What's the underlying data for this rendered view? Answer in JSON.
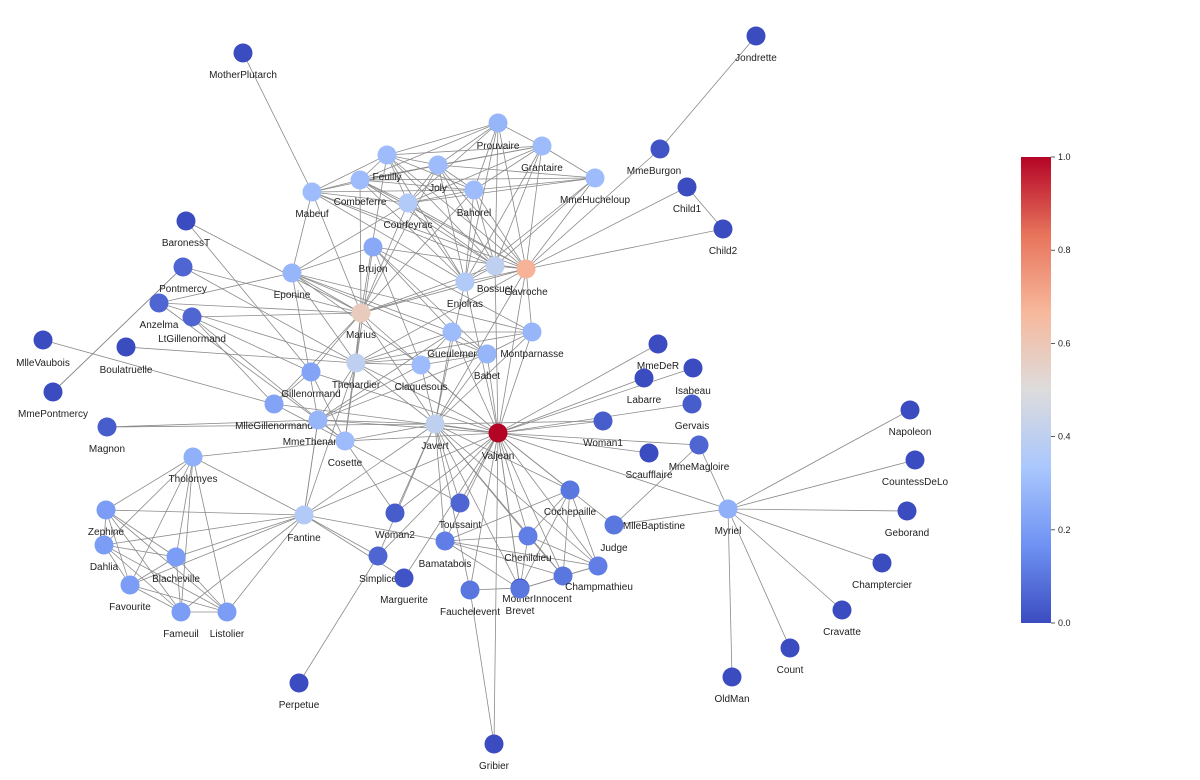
{
  "colorbar": {
    "ticks": [
      "1.0",
      "0.8",
      "0.6",
      "0.4",
      "0.2",
      "0.0"
    ],
    "colors": [
      "#b40426",
      "#e7745b",
      "#f7b89c",
      "#dddcdc",
      "#aac7fd",
      "#6f92f3",
      "#3b4cc0"
    ]
  },
  "nodes": [
    {
      "id": "MotherPlutarch",
      "v": 0.0
    },
    {
      "id": "Jondrette",
      "v": 0.0
    },
    {
      "id": "MmeBurgon",
      "v": 0.02
    },
    {
      "id": "Child1",
      "v": 0.0
    },
    {
      "id": "Child2",
      "v": 0.0
    },
    {
      "id": "Prouvaire",
      "v": 0.28
    },
    {
      "id": "Grantaire",
      "v": 0.3
    },
    {
      "id": "Feuilly",
      "v": 0.3
    },
    {
      "id": "Joly",
      "v": 0.3
    },
    {
      "id": "MmeHucheloup",
      "v": 0.3
    },
    {
      "id": "Combeferre",
      "v": 0.3
    },
    {
      "id": "Mabeuf",
      "v": 0.3
    },
    {
      "id": "Bahorel",
      "v": 0.3
    },
    {
      "id": "Courfeyrac",
      "v": 0.36
    },
    {
      "id": "BaronessT",
      "v": 0.0
    },
    {
      "id": "Brujon",
      "v": 0.24
    },
    {
      "id": "Bossuet",
      "v": 0.4
    },
    {
      "id": "Gavroche",
      "v": 0.68
    },
    {
      "id": "Pontmercy",
      "v": 0.06
    },
    {
      "id": "Eponine",
      "v": 0.28
    },
    {
      "id": "Enjolras",
      "v": 0.36
    },
    {
      "id": "Anzelma",
      "v": 0.06
    },
    {
      "id": "Marius",
      "v": 0.58
    },
    {
      "id": "LtGillenormand",
      "v": 0.06
    },
    {
      "id": "MlleVaubois",
      "v": 0.0
    },
    {
      "id": "Boulatruelle",
      "v": 0.0
    },
    {
      "id": "Gueulemer",
      "v": 0.3
    },
    {
      "id": "Montparnasse",
      "v": 0.28
    },
    {
      "id": "Thenardier",
      "v": 0.4
    },
    {
      "id": "Claquesous",
      "v": 0.3
    },
    {
      "id": "Babet",
      "v": 0.28
    },
    {
      "id": "MmeDeR",
      "v": 0.0
    },
    {
      "id": "Isabeau",
      "v": 0.0
    },
    {
      "id": "MmePontmercy",
      "v": 0.0
    },
    {
      "id": "Gillenormand",
      "v": 0.22
    },
    {
      "id": "Labarre",
      "v": 0.0
    },
    {
      "id": "MlleGillenormand",
      "v": 0.22
    },
    {
      "id": "MmeThenardier",
      "v": 0.28
    },
    {
      "id": "Javert",
      "v": 0.4
    },
    {
      "id": "Valjean",
      "v": 1.0
    },
    {
      "id": "Woman1",
      "v": 0.04
    },
    {
      "id": "Gervais",
      "v": 0.04
    },
    {
      "id": "Magnon",
      "v": 0.04
    },
    {
      "id": "Cosette",
      "v": 0.3
    },
    {
      "id": "Scaufflaire",
      "v": 0.0
    },
    {
      "id": "MmeMagloire",
      "v": 0.06
    },
    {
      "id": "Napoleon",
      "v": 0.0
    },
    {
      "id": "Tholomyes",
      "v": 0.26
    },
    {
      "id": "CountessDeLo",
      "v": 0.0
    },
    {
      "id": "Toussaint",
      "v": 0.06
    },
    {
      "id": "Cochepaille",
      "v": 0.1
    },
    {
      "id": "MlleBaptistine",
      "v": 0.1
    },
    {
      "id": "Myriel",
      "v": 0.26
    },
    {
      "id": "Zephine",
      "v": 0.2
    },
    {
      "id": "Fantine",
      "v": 0.36
    },
    {
      "id": "Woman2",
      "v": 0.04
    },
    {
      "id": "Geborand",
      "v": 0.0
    },
    {
      "id": "Dahlia",
      "v": 0.2
    },
    {
      "id": "Bamatabois",
      "v": 0.12
    },
    {
      "id": "Chenildieu",
      "v": 0.12
    },
    {
      "id": "Judge",
      "v": 0.12
    },
    {
      "id": "Blacheville",
      "v": 0.2
    },
    {
      "id": "Simplice",
      "v": 0.06
    },
    {
      "id": "Marguerite",
      "v": 0.02
    },
    {
      "id": "Champmathieu",
      "v": 0.1
    },
    {
      "id": "MotherInnocent",
      "v": 0.0
    },
    {
      "id": "Champtercier",
      "v": 0.0
    },
    {
      "id": "Favourite",
      "v": 0.2
    },
    {
      "id": "Fameuil",
      "v": 0.2
    },
    {
      "id": "Listolier",
      "v": 0.2
    },
    {
      "id": "Fauchelevent",
      "v": 0.1
    },
    {
      "id": "Brevet",
      "v": 0.1
    },
    {
      "id": "Cravatte",
      "v": 0.0
    },
    {
      "id": "Count",
      "v": 0.0
    },
    {
      "id": "OldMan",
      "v": 0.0
    },
    {
      "id": "Perpetue",
      "v": 0.0
    },
    {
      "id": "Gribier",
      "v": 0.0
    }
  ],
  "edges": [
    [
      "MotherPlutarch",
      "Mabeuf"
    ],
    [
      "Jondrette",
      "MmeBurgon"
    ],
    [
      "MmeBurgon",
      "Gavroche"
    ],
    [
      "Child1",
      "Gavroche"
    ],
    [
      "Child2",
      "Gavroche"
    ],
    [
      "Child1",
      "Child2"
    ],
    [
      "Prouvaire",
      "Enjolras"
    ],
    [
      "Prouvaire",
      "Bossuet"
    ],
    [
      "Prouvaire",
      "Feuilly"
    ],
    [
      "Prouvaire",
      "Combeferre"
    ],
    [
      "Prouvaire",
      "Joly"
    ],
    [
      "Prouvaire",
      "Courfeyrac"
    ],
    [
      "Prouvaire",
      "Bahorel"
    ],
    [
      "Prouvaire",
      "Grantaire"
    ],
    [
      "Prouvaire",
      "Gavroche"
    ],
    [
      "Grantaire",
      "Enjolras"
    ],
    [
      "Grantaire",
      "Bossuet"
    ],
    [
      "Grantaire",
      "Joly"
    ],
    [
      "Grantaire",
      "Bahorel"
    ],
    [
      "Grantaire",
      "Feuilly"
    ],
    [
      "Grantaire",
      "Combeferre"
    ],
    [
      "Grantaire",
      "Courfeyrac"
    ],
    [
      "Grantaire",
      "Gavroche"
    ],
    [
      "Feuilly",
      "Enjolras"
    ],
    [
      "Feuilly",
      "Combeferre"
    ],
    [
      "Feuilly",
      "Courfeyrac"
    ],
    [
      "Feuilly",
      "Joly"
    ],
    [
      "Feuilly",
      "Bahorel"
    ],
    [
      "Feuilly",
      "Bossuet"
    ],
    [
      "Feuilly",
      "Gavroche"
    ],
    [
      "Feuilly",
      "Mabeuf"
    ],
    [
      "Feuilly",
      "Marius"
    ],
    [
      "Joly",
      "Enjolras"
    ],
    [
      "Joly",
      "Bossuet"
    ],
    [
      "Joly",
      "Combeferre"
    ],
    [
      "Joly",
      "Courfeyrac"
    ],
    [
      "Joly",
      "Bahorel"
    ],
    [
      "Joly",
      "Gavroche"
    ],
    [
      "Joly",
      "Mabeuf"
    ],
    [
      "Joly",
      "MmeHucheloup"
    ],
    [
      "Joly",
      "Marius"
    ],
    [
      "MmeHucheloup",
      "Bossuet"
    ],
    [
      "MmeHucheloup",
      "Enjolras"
    ],
    [
      "MmeHucheloup",
      "Courfeyrac"
    ],
    [
      "MmeHucheloup",
      "Gavroche"
    ],
    [
      "MmeHucheloup",
      "Bahorel"
    ],
    [
      "MmeHucheloup",
      "Grantaire"
    ],
    [
      "MmeHucheloup",
      "Combeferre"
    ],
    [
      "Combeferre",
      "Enjolras"
    ],
    [
      "Combeferre",
      "Bossuet"
    ],
    [
      "Combeferre",
      "Courfeyrac"
    ],
    [
      "Combeferre",
      "Bahorel"
    ],
    [
      "Combeferre",
      "Gavroche"
    ],
    [
      "Combeferre",
      "Mabeuf"
    ],
    [
      "Combeferre",
      "Marius"
    ],
    [
      "Mabeuf",
      "Eponine"
    ],
    [
      "Mabeuf",
      "Gavroche"
    ],
    [
      "Mabeuf",
      "Enjolras"
    ],
    [
      "Mabeuf",
      "Courfeyrac"
    ],
    [
      "Mabeuf",
      "Bossuet"
    ],
    [
      "Mabeuf",
      "Marius"
    ],
    [
      "Bahorel",
      "Enjolras"
    ],
    [
      "Bahorel",
      "Bossuet"
    ],
    [
      "Bahorel",
      "Courfeyrac"
    ],
    [
      "Bahorel",
      "Gavroche"
    ],
    [
      "Bahorel",
      "Marius"
    ],
    [
      "Bahorel",
      "Mabeuf"
    ],
    [
      "Courfeyrac",
      "Enjolras"
    ],
    [
      "Courfeyrac",
      "Bossuet"
    ],
    [
      "Courfeyrac",
      "Gavroche"
    ],
    [
      "Courfeyrac",
      "Marius"
    ],
    [
      "Courfeyrac",
      "Eponine"
    ],
    [
      "Bossuet",
      "Enjolras"
    ],
    [
      "Bossuet",
      "Gavroche"
    ],
    [
      "Bossuet",
      "Marius"
    ],
    [
      "Bossuet",
      "Valjean"
    ],
    [
      "Enjolras",
      "Gavroche"
    ],
    [
      "Enjolras",
      "Marius"
    ],
    [
      "Enjolras",
      "Valjean"
    ],
    [
      "Enjolras",
      "Javert"
    ],
    [
      "Brujon",
      "Gueulemer"
    ],
    [
      "Brujon",
      "Babet"
    ],
    [
      "Brujon",
      "Claquesous"
    ],
    [
      "Brujon",
      "Montparnasse"
    ],
    [
      "Brujon",
      "Thenardier"
    ],
    [
      "Brujon",
      "Eponine"
    ],
    [
      "Brujon",
      "Gavroche"
    ],
    [
      "Gavroche",
      "Marius"
    ],
    [
      "Gavroche",
      "Valjean"
    ],
    [
      "Gavroche",
      "Thenardier"
    ],
    [
      "Gavroche",
      "Javert"
    ],
    [
      "Gavroche",
      "Montparnasse"
    ],
    [
      "Pontmercy",
      "Marius"
    ],
    [
      "Pontmercy",
      "Thenardier"
    ],
    [
      "Pontmercy",
      "MmePontmercy"
    ],
    [
      "BaronessT",
      "Marius"
    ],
    [
      "BaronessT",
      "Gillenormand"
    ],
    [
      "Eponine",
      "Marius"
    ],
    [
      "Eponine",
      "Thenardier"
    ],
    [
      "Eponine",
      "MmeThenardier"
    ],
    [
      "Eponine",
      "Montparnasse"
    ],
    [
      "Eponine",
      "Gueulemer"
    ],
    [
      "Eponine",
      "Claquesous"
    ],
    [
      "Eponine",
      "Babet"
    ],
    [
      "Eponine",
      "Anzelma"
    ],
    [
      "Anzelma",
      "Thenardier"
    ],
    [
      "Anzelma",
      "MmeThenardier"
    ],
    [
      "Anzelma",
      "Marius"
    ],
    [
      "Marius",
      "Cosette"
    ],
    [
      "Marius",
      "Thenardier"
    ],
    [
      "Marius",
      "Valjean"
    ],
    [
      "Marius",
      "Gillenormand"
    ],
    [
      "Marius",
      "MlleGillenormand"
    ],
    [
      "Marius",
      "LtGillenormand"
    ],
    [
      "Marius",
      "Javert"
    ],
    [
      "LtGillenormand",
      "Gillenormand"
    ],
    [
      "LtGillenormand",
      "MlleGillenormand"
    ],
    [
      "LtGillenormand",
      "Cosette"
    ],
    [
      "MlleVaubois",
      "MlleGillenormand"
    ],
    [
      "Boulatruelle",
      "Thenardier"
    ],
    [
      "Gueulemer",
      "Thenardier"
    ],
    [
      "Gueulemer",
      "Valjean"
    ],
    [
      "Gueulemer",
      "MmeThenardier"
    ],
    [
      "Gueulemer",
      "Javert"
    ],
    [
      "Gueulemer",
      "Babet"
    ],
    [
      "Gueulemer",
      "Claquesous"
    ],
    [
      "Gueulemer",
      "Montparnasse"
    ],
    [
      "Montparnasse",
      "Javert"
    ],
    [
      "Montparnasse",
      "Babet"
    ],
    [
      "Montparnasse",
      "Thenardier"
    ],
    [
      "Montparnasse",
      "Valjean"
    ],
    [
      "Thenardier",
      "MmeThenardier"
    ],
    [
      "Thenardier",
      "Valjean"
    ],
    [
      "Thenardier",
      "Cosette"
    ],
    [
      "Thenardier",
      "Javert"
    ],
    [
      "Thenardier",
      "Claquesous"
    ],
    [
      "Thenardier",
      "Babet"
    ],
    [
      "Thenardier",
      "Fantine"
    ],
    [
      "Claquesous",
      "Javert"
    ],
    [
      "Claquesous",
      "Valjean"
    ],
    [
      "Claquesous",
      "Babet"
    ],
    [
      "Claquesous",
      "MmeThenardier"
    ],
    [
      "Babet",
      "Javert"
    ],
    [
      "Babet",
      "Valjean"
    ],
    [
      "Babet",
      "MmeThenardier"
    ],
    [
      "MmeDeR",
      "Valjean"
    ],
    [
      "Isabeau",
      "Valjean"
    ],
    [
      "Labarre",
      "Valjean"
    ],
    [
      "Woman1",
      "Valjean"
    ],
    [
      "Woman1",
      "Javert"
    ],
    [
      "Gervais",
      "Valjean"
    ],
    [
      "Scaufflaire",
      "Valjean"
    ],
    [
      "MmeMagloire",
      "Valjean"
    ],
    [
      "MmeMagloire",
      "Myriel"
    ],
    [
      "MmeMagloire",
      "MlleBaptistine"
    ],
    [
      "MmePontmercy",
      "Pontmercy"
    ],
    [
      "Gillenormand",
      "Cosette"
    ],
    [
      "Gillenormand",
      "Valjean"
    ],
    [
      "Gillenormand",
      "MlleGillenormand"
    ],
    [
      "MlleGillenormand",
      "Cosette"
    ],
    [
      "MlleGillenormand",
      "Valjean"
    ],
    [
      "MmeThenardier",
      "Cosette"
    ],
    [
      "MmeThenardier",
      "Javert"
    ],
    [
      "MmeThenardier",
      "Valjean"
    ],
    [
      "MmeThenardier",
      "Fantine"
    ],
    [
      "Magnon",
      "MmeThenardier"
    ],
    [
      "Magnon",
      "Javert"
    ],
    [
      "Javert",
      "Valjean"
    ],
    [
      "Javert",
      "Cosette"
    ],
    [
      "Javert",
      "Fantine"
    ],
    [
      "Javert",
      "Simplice"
    ],
    [
      "Javert",
      "Woman2"
    ],
    [
      "Javert",
      "Toussaint"
    ],
    [
      "Javert",
      "Bamatabois"
    ],
    [
      "Javert",
      "Champmathieu"
    ],
    [
      "Javert",
      "Chenildieu"
    ],
    [
      "Javert",
      "Cochepaille"
    ],
    [
      "Javert",
      "Brevet"
    ],
    [
      "Javert",
      "Judge"
    ],
    [
      "Javert",
      "Fauchelevent"
    ],
    [
      "Valjean",
      "Cosette"
    ],
    [
      "Valjean",
      "Fantine"
    ],
    [
      "Valjean",
      "Myriel"
    ],
    [
      "Valjean",
      "MlleBaptistine"
    ],
    [
      "Valjean",
      "Woman2"
    ],
    [
      "Valjean",
      "Toussaint"
    ],
    [
      "Valjean",
      "Simplice"
    ],
    [
      "Valjean",
      "Bamatabois"
    ],
    [
      "Valjean",
      "Judge"
    ],
    [
      "Valjean",
      "Champmathieu"
    ],
    [
      "Valjean",
      "Brevet"
    ],
    [
      "Valjean",
      "Chenildieu"
    ],
    [
      "Valjean",
      "Cochepaille"
    ],
    [
      "Valjean",
      "Fauchelevent"
    ],
    [
      "Valjean",
      "MotherInnocent"
    ],
    [
      "Valjean",
      "Marguerite"
    ],
    [
      "Valjean",
      "Gribier"
    ],
    [
      "Cosette",
      "Woman2"
    ],
    [
      "Cosette",
      "Toussaint"
    ],
    [
      "Cosette",
      "Tholomyes"
    ],
    [
      "Tholomyes",
      "Fantine"
    ],
    [
      "Tholomyes",
      "Listolier"
    ],
    [
      "Tholomyes",
      "Fameuil"
    ],
    [
      "Tholomyes",
      "Blacheville"
    ],
    [
      "Tholomyes",
      "Favourite"
    ],
    [
      "Tholomyes",
      "Dahlia"
    ],
    [
      "Tholomyes",
      "Zephine"
    ],
    [
      "Zephine",
      "Fantine"
    ],
    [
      "Zephine",
      "Listolier"
    ],
    [
      "Zephine",
      "Fameuil"
    ],
    [
      "Zephine",
      "Blacheville"
    ],
    [
      "Zephine",
      "Favourite"
    ],
    [
      "Zephine",
      "Dahlia"
    ],
    [
      "Dahlia",
      "Fantine"
    ],
    [
      "Dahlia",
      "Listolier"
    ],
    [
      "Dahlia",
      "Fameuil"
    ],
    [
      "Dahlia",
      "Blacheville"
    ],
    [
      "Dahlia",
      "Favourite"
    ],
    [
      "Blacheville",
      "Fantine"
    ],
    [
      "Blacheville",
      "Listolier"
    ],
    [
      "Blacheville",
      "Fameuil"
    ],
    [
      "Blacheville",
      "Favourite"
    ],
    [
      "Favourite",
      "Fantine"
    ],
    [
      "Favourite",
      "Listolier"
    ],
    [
      "Favourite",
      "Fameuil"
    ],
    [
      "Fameuil",
      "Fantine"
    ],
    [
      "Fameuil",
      "Listolier"
    ],
    [
      "Listolier",
      "Fantine"
    ],
    [
      "Fantine",
      "Marguerite"
    ],
    [
      "Fantine",
      "Simplice"
    ],
    [
      "Fantine",
      "Bamatabois"
    ],
    [
      "Fantine",
      "MmeThenardier"
    ],
    [
      "Simplice",
      "Perpetue"
    ],
    [
      "Bamatabois",
      "Judge"
    ],
    [
      "Bamatabois",
      "Champmathieu"
    ],
    [
      "Bamatabois",
      "Brevet"
    ],
    [
      "Bamatabois",
      "Chenildieu"
    ],
    [
      "Bamatabois",
      "Cochepaille"
    ],
    [
      "Judge",
      "Champmathieu"
    ],
    [
      "Judge",
      "Brevet"
    ],
    [
      "Judge",
      "Chenildieu"
    ],
    [
      "Judge",
      "Cochepaille"
    ],
    [
      "Champmathieu",
      "Brevet"
    ],
    [
      "Champmathieu",
      "Chenildieu"
    ],
    [
      "Champmathieu",
      "Cochepaille"
    ],
    [
      "Brevet",
      "Chenildieu"
    ],
    [
      "Brevet",
      "Cochepaille"
    ],
    [
      "Chenildieu",
      "Cochepaille"
    ],
    [
      "Fauchelevent",
      "MotherInnocent"
    ],
    [
      "Fauchelevent",
      "Gribier"
    ],
    [
      "Myriel",
      "Napoleon"
    ],
    [
      "Myriel",
      "CountessDeLo"
    ],
    [
      "Myriel",
      "Geborand"
    ],
    [
      "Myriel",
      "Champtercier"
    ],
    [
      "Myriel",
      "Cravatte"
    ],
    [
      "Myriel",
      "Count"
    ],
    [
      "Myriel",
      "OldMan"
    ],
    [
      "Myriel",
      "MlleBaptistine"
    ]
  ]
}
